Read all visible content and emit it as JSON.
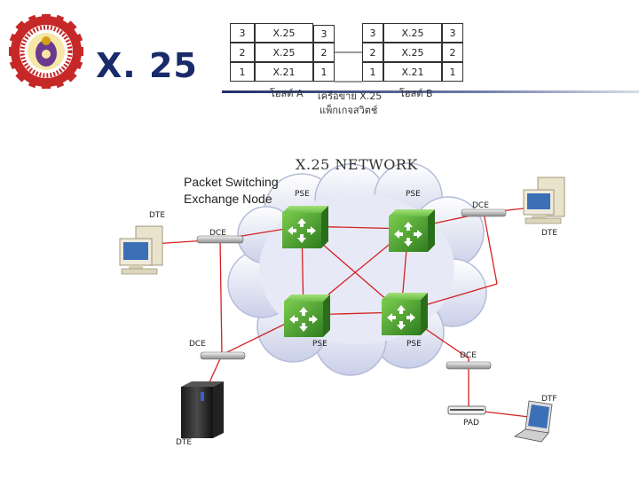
{
  "slide": {
    "title": "X. 25"
  },
  "protocol_stack": {
    "host_a": {
      "layers": [
        {
          "num": "3",
          "proto": "X.25"
        },
        {
          "num": "2",
          "proto": "X.25"
        },
        {
          "num": "1",
          "proto": "X.21"
        }
      ],
      "label": "โฮสต์ A"
    },
    "network": {
      "left": [
        "3",
        "2",
        "1"
      ],
      "right": [
        "3",
        "2",
        "1"
      ],
      "label_line1": "เครือข่าย X.25",
      "label_line2": "แพ็กเกจสวิตช์"
    },
    "host_b": {
      "layers": [
        {
          "num": "3",
          "proto": "X.25"
        },
        {
          "num": "2",
          "proto": "X.25"
        },
        {
          "num": "1",
          "proto": "X.21"
        }
      ],
      "label": "โฮสต์ B"
    }
  },
  "network_diagram": {
    "title": "X.25 NETWORK",
    "callout": {
      "line1": "Packet Switching",
      "line2": "Exchange Node"
    },
    "pse_labels": [
      "PSE",
      "PSE",
      "PSE",
      "PSE"
    ],
    "dce_labels": [
      "DCE",
      "DCE",
      "DCE",
      "DCE"
    ],
    "dte_labels": [
      "DTE",
      "DTE",
      "DTE",
      "DTF"
    ],
    "pad_label": "PAD"
  },
  "colors": {
    "title": "#1a2b6b",
    "link_red": "#d42020",
    "switch_green": "#3c9a2c",
    "cloud": "#dde1f2"
  }
}
